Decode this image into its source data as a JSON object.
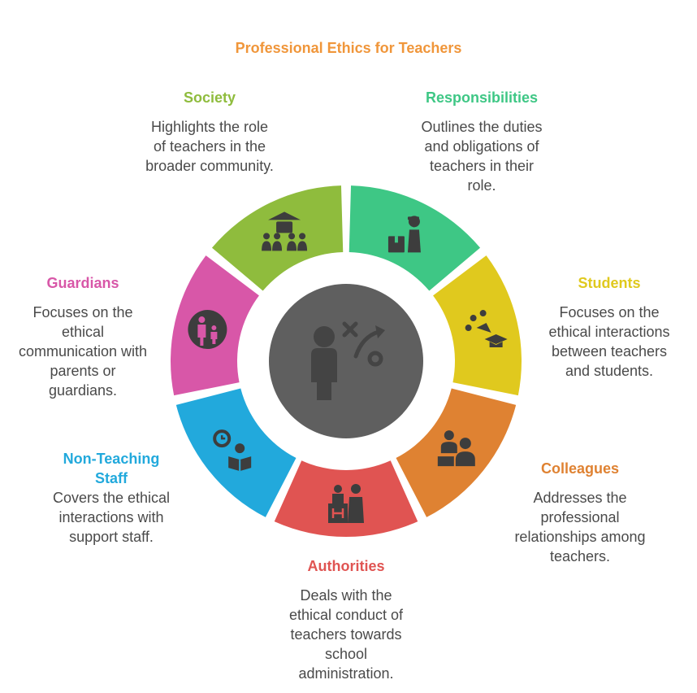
{
  "title": "Professional Ethics for Teachers",
  "colors": {
    "title": "#f0963a",
    "hub": "#5f5f5f",
    "icon": "#3d3d3d",
    "society": "#8fbc3d",
    "responsibilities": "#3ec785",
    "students": "#e0c91e",
    "colleagues": "#df8232",
    "authorities": "#e05452",
    "non_teaching_staff": "#22a9dc",
    "guardians": "#d857a8"
  },
  "segments": [
    {
      "key": "society",
      "heading": "Society",
      "description": "Highlights the role of teachers in the broader community.",
      "icon": "society-icon"
    },
    {
      "key": "responsibilities",
      "heading": "Responsibilities",
      "description": "Outlines the duties and obligations of teachers in their role.",
      "icon": "responsibilities-icon"
    },
    {
      "key": "students",
      "heading": "Students",
      "description": "Focuses on the ethical interactions between teachers and students.",
      "icon": "students-icon"
    },
    {
      "key": "colleagues",
      "heading": "Colleagues",
      "description": "Addresses the professional relationships among teachers.",
      "icon": "colleagues-icon"
    },
    {
      "key": "authorities",
      "heading": "Authorities",
      "description": "Deals with the ethical conduct of teachers towards school administration.",
      "icon": "authorities-icon"
    },
    {
      "key": "non_teaching_staff",
      "heading": "Non-Teaching Staff",
      "description": "Covers the ethical interactions with support staff.",
      "icon": "non-teaching-staff-icon"
    },
    {
      "key": "guardians",
      "heading": "Guardians",
      "description": "Focuses on the ethical communication with parents or guardians.",
      "icon": "guardians-icon"
    }
  ],
  "hub_icon": "teacher-strategy-icon"
}
